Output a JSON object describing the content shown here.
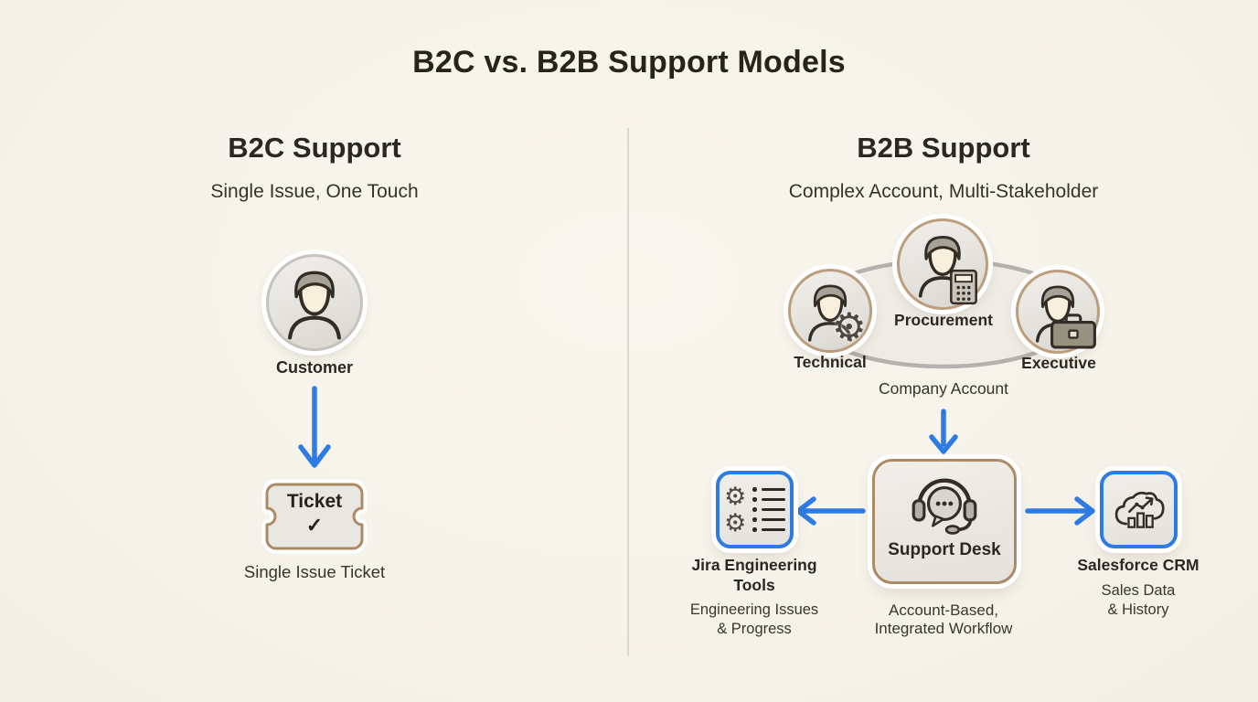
{
  "title": "B2C vs. B2B Support Models",
  "b2c": {
    "heading": "B2C Support",
    "subtitle": "Single Issue, One Touch",
    "customer_label": "Customer",
    "ticket": {
      "label": "Ticket"
    },
    "caption": "Single Issue Ticket"
  },
  "b2b": {
    "heading": "B2B Support",
    "subtitle": "Complex Account, Multi-Stakeholder",
    "stakeholders": {
      "technical": "Technical",
      "procurement": "Procurement",
      "executive": "Executive"
    },
    "company_account_label": "Company Account",
    "support_desk": {
      "label": "Support Desk",
      "caption_line1": "Account-Based,",
      "caption_line2": "Integrated Workflow"
    },
    "jira": {
      "label_line1": "Jira Engineering",
      "label_line2": "Tools",
      "caption_line1": "Engineering Issues",
      "caption_line2": "& Progress"
    },
    "salesforce": {
      "label": "Salesforce CRM",
      "caption_line1": "Sales Data",
      "caption_line2": "& History"
    }
  },
  "icons": {
    "gear_glyph": "⚙",
    "checkmark_glyph": "✓"
  },
  "colors": {
    "background": "#f6f3eb",
    "accent_blue": "#2f7be4",
    "tan_border": "#ab8a65",
    "gray_ring": "#c6c3bc",
    "ellipse_gray": "#b3b2ae",
    "text_dark": "#2c2821"
  }
}
